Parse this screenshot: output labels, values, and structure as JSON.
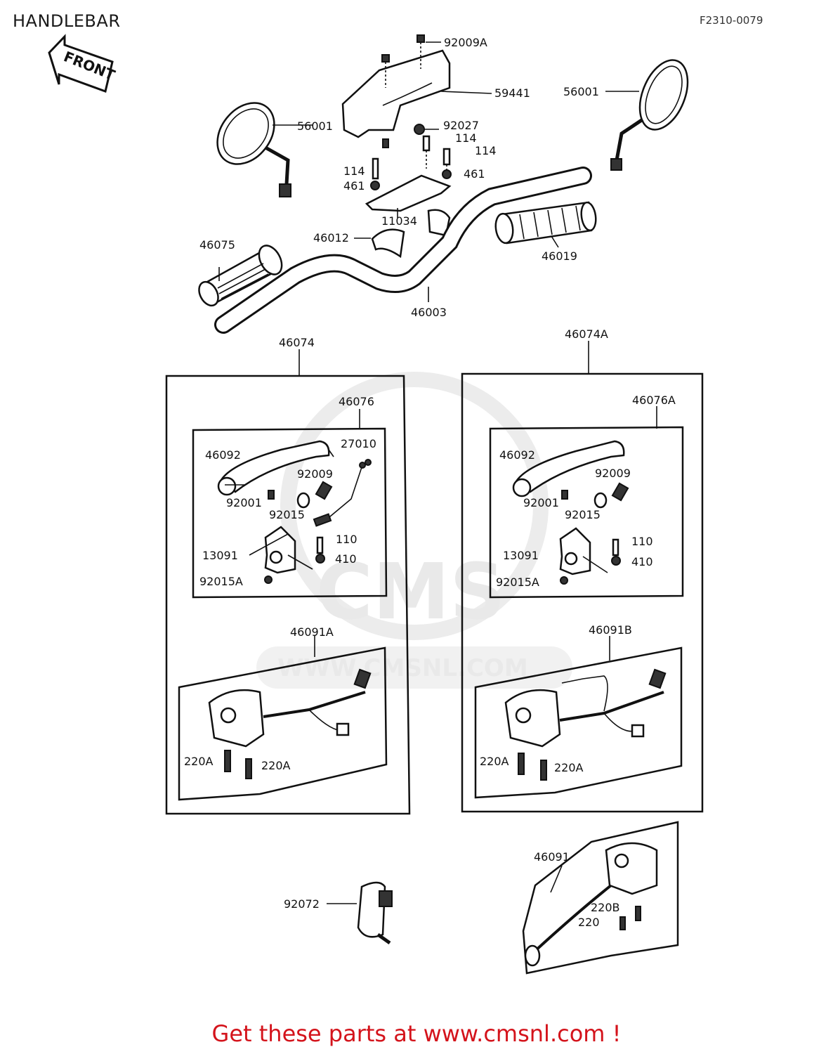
{
  "header": {
    "title": "HANDLEBAR",
    "diagram_code": "F2310-0079"
  },
  "front_arrow": {
    "label": "FRONT"
  },
  "watermark": {
    "logo": "CMS",
    "url": "WWW.CMSNL.COM"
  },
  "parts": {
    "p92009A": "92009A",
    "p59441": "59441",
    "p56001_left": "56001",
    "p56001_right": "56001",
    "p92027": "92027",
    "p114_a": "114",
    "p114_b": "114",
    "p114_c": "114",
    "p461_a": "461",
    "p461_b": "461",
    "p11034": "11034",
    "p46012": "46012",
    "p46075": "46075",
    "p46019": "46019",
    "p46003": "46003",
    "p46074": "46074",
    "p46074A": "46074A",
    "p46076": "46076",
    "p46076A": "46076A",
    "p46092_l": "46092",
    "p46092_r": "46092",
    "p27010": "27010",
    "p92009_l": "92009",
    "p92009_r": "92009",
    "p92001_l": "92001",
    "p92001_r": "92001",
    "p92015_l": "92015",
    "p92015_r": "92015",
    "p110_l": "110",
    "p110_r": "110",
    "p410_l": "410",
    "p410_r": "410",
    "p13091_l": "13091",
    "p13091_r": "13091",
    "p92015A_l": "92015A",
    "p92015A_r": "92015A",
    "p46091A": "46091A",
    "p46091B": "46091B",
    "p220A_l1": "220A",
    "p220A_l2": "220A",
    "p220A_r1": "220A",
    "p220A_r2": "220A",
    "p46091": "46091",
    "p220B": "220B",
    "p220": "220",
    "p92072": "92072"
  },
  "footer": {
    "link_text": "Get these parts at www.cmsnl.com !"
  },
  "colors": {
    "footer_text": "#d4131b",
    "line_art": "#111111",
    "watermark": "#e9e9e9"
  }
}
